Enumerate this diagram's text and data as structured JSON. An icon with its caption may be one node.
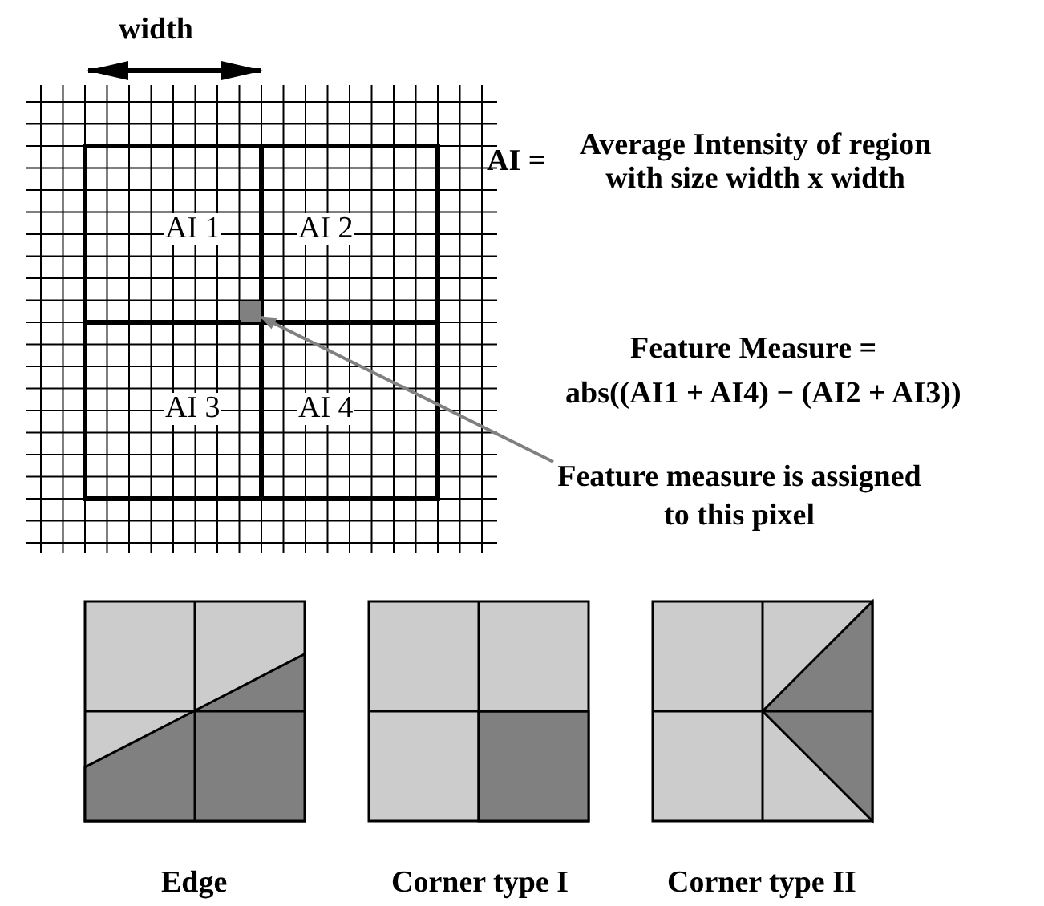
{
  "diagram": {
    "nodes": [
      {
        "text": [
          "Feature measure is assigned to this pixel"
        ]
      },
      {
        "text": [],
        "shape": "box"
      }
    ],
    "edges": [
      {
        "from": 0,
        "to": 1,
        "arrow": "to"
      }
    ],
    "labels": [
      "width",
      "AI 1",
      "AI 2",
      "AI =",
      "Average Intensity of region with size width x width",
      "Feature Measure =",
      "abs((AI1 + AI4) − (AI2 + AI3))",
      "AI 3",
      "AI 4",
      "Edge",
      "Corner type I",
      "Corner type II"
    ]
  }
}
